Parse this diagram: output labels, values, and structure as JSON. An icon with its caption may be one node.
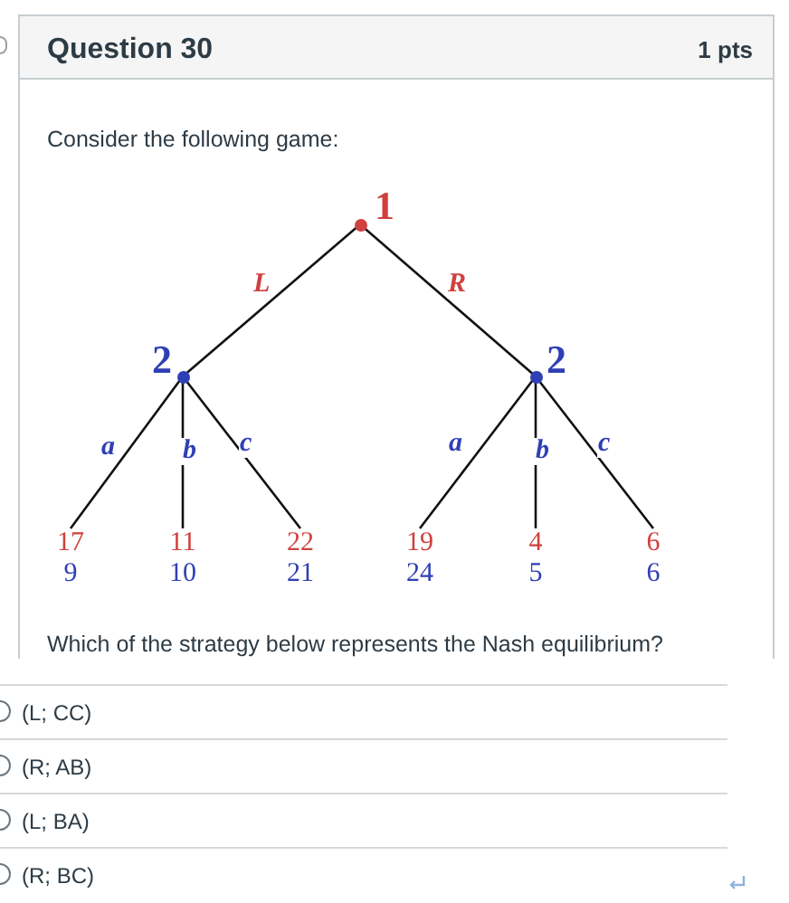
{
  "diagram": {
    "title": "Question 30",
    "nodes": [
      {
        "text": [
          "1"
        ]
      },
      {
        "text": [
          "2"
        ]
      },
      {
        "text": [
          "2"
        ]
      },
      {
        "text": [
          "17",
          "9"
        ]
      },
      {
        "text": [
          "11",
          "10"
        ]
      },
      {
        "text": [
          "22",
          "21"
        ]
      },
      {
        "text": [
          "19",
          "24"
        ]
      },
      {
        "text": [
          "4",
          "5"
        ]
      },
      {
        "text": [
          "6",
          "6"
        ]
      }
    ],
    "edges": [
      {
        "from": 0,
        "to": 1,
        "arrow": "none",
        "label": "L"
      },
      {
        "from": 0,
        "to": 2,
        "arrow": "none",
        "label": "R"
      },
      {
        "from": 1,
        "to": 3,
        "arrow": "none",
        "label": "a"
      },
      {
        "from": 1,
        "to": 4,
        "arrow": "none",
        "label": "b"
      },
      {
        "from": 1,
        "to": 5,
        "arrow": "none",
        "label": "c"
      },
      {
        "from": 2,
        "to": 6,
        "arrow": "none",
        "label": "a"
      },
      {
        "from": 2,
        "to": 7,
        "arrow": "none",
        "label": "b"
      },
      {
        "from": 2,
        "to": 8,
        "arrow": "none",
        "label": "c"
      }
    ],
    "labels": [
      "1 pts",
      "Consider the following game:",
      "Which of the strategy below represents the Nash equilibrium?",
      "(L; CC)",
      "(R; AB)",
      "(L; BA)",
      "(R; BC)"
    ]
  }
}
